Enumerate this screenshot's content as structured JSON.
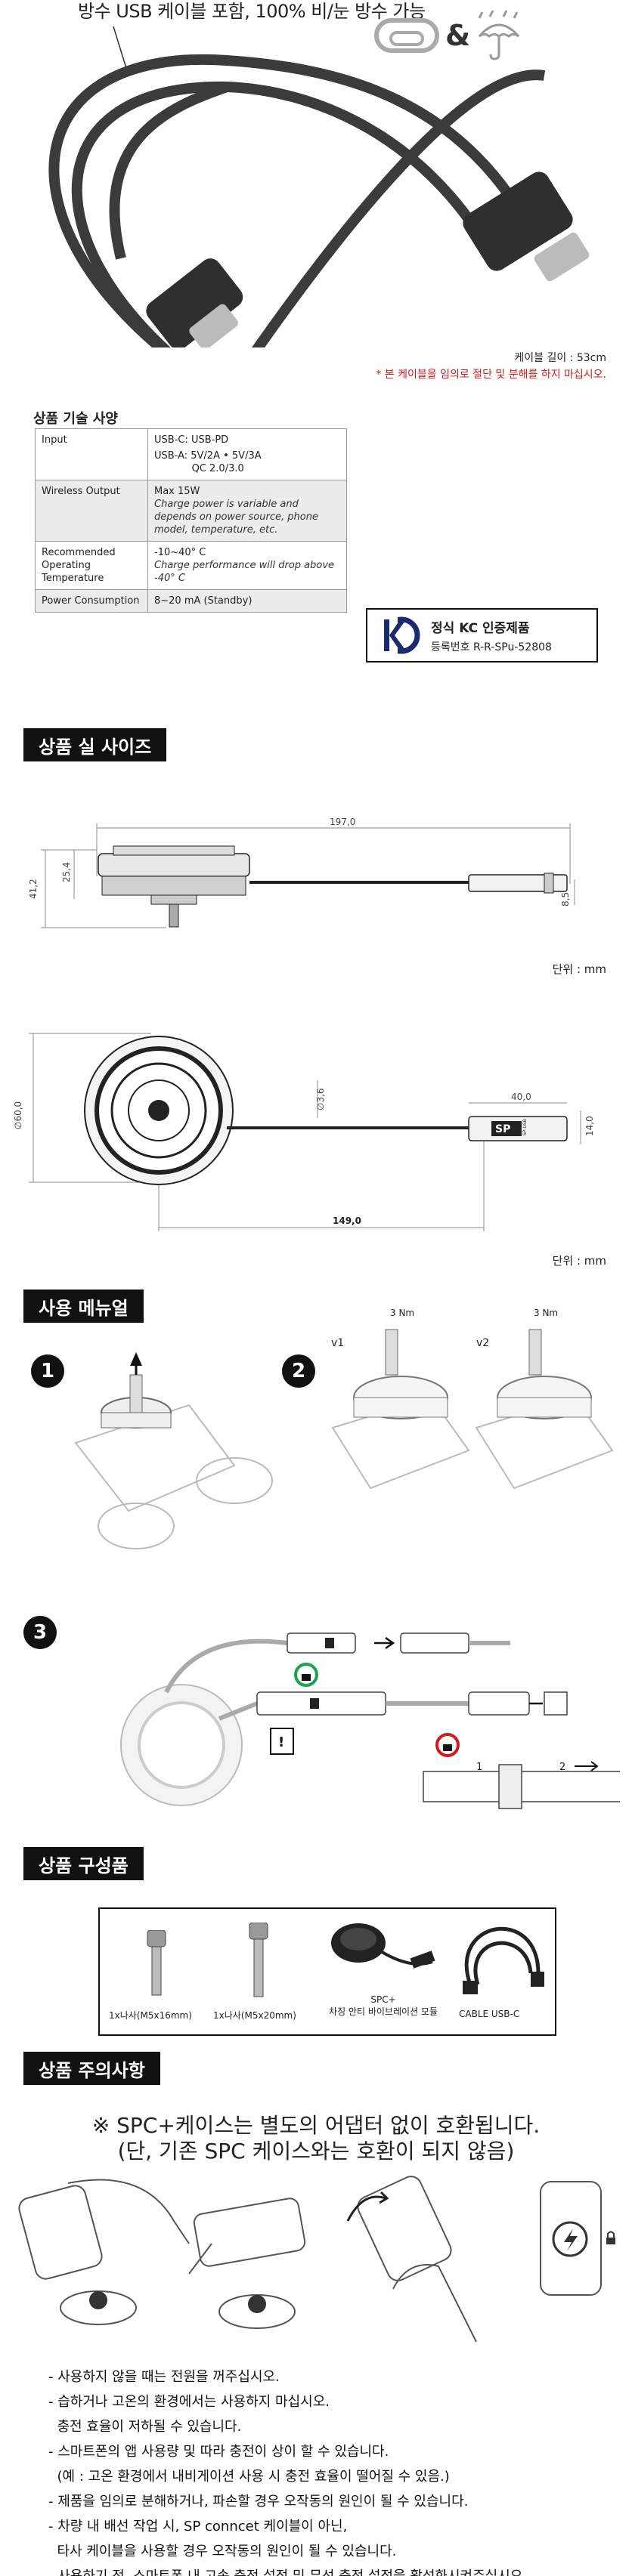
{
  "hero": {
    "waterproof_text": "방수 USB 케이블 포함, 100% 비/눈 방수 가능",
    "amp": "&"
  },
  "cable": {
    "length": "케이블 길이 : 53cm",
    "warning": "* 본 케이블을 임의로 절단 및 분해를 하지 마십시오."
  },
  "spec": {
    "title": "상품 기술 사양",
    "rows": [
      {
        "key": "Input",
        "lines": [
          "USB-C:  USB-PD",
          "USB-A:  5V/2A  •  5V/3A",
          "            QC 2.0/3.0"
        ],
        "note": ""
      },
      {
        "key": "Wireless Output",
        "lines": [
          "Max 15W"
        ],
        "note": "Charge power is variable and depends on power source, phone model, temperature, etc."
      },
      {
        "key": "Recommended Operating Temperature",
        "lines": [
          "-10~40° C"
        ],
        "note": "Charge performance will drop above -40° C"
      },
      {
        "key": "Power Consumption",
        "lines": [
          "8~20 mA (Standby)"
        ],
        "note": ""
      }
    ]
  },
  "kc": {
    "main": "정식 KC 인증제품",
    "sub": "등록번호 R-R-SPu-52808"
  },
  "size": {
    "header": "상품 실 사이즈",
    "side_dims": {
      "length": "197,0",
      "height_total": "41,2",
      "height_body": "25,4",
      "cable_dia": "8,5"
    },
    "top_dims": {
      "dia": "∅60,0",
      "cable": "∅3,6",
      "plug_len": "40,0",
      "plug_h": "14,0",
      "total": "149,0"
    },
    "brand": "SP",
    "unit": "단위 : mm"
  },
  "manual": {
    "header": "사용 메뉴얼",
    "steps": [
      "1",
      "2",
      "3"
    ],
    "torque": "3 Nm",
    "v1": "v1",
    "v2": "v2",
    "seq": [
      "1",
      "2"
    ]
  },
  "components": {
    "header": "상품 구성품",
    "items": [
      "1x나사(M5x16mm)",
      "1x나사(M5x20mm)",
      "SPC+\n차징 안티 바이브레이션 모듈",
      "CABLE USB-C"
    ]
  },
  "caution": {
    "header": "상품 주의사항",
    "compat1": "※ SPC+케이스는 별도의 어댑터 없이 호환됩니다.",
    "compat2": "(단, 기존 SPC 케이스와는 호환이 되지 않음)",
    "items": [
      "- 사용하지 않을 때는 전원을 꺼주십시오.",
      "- 습하거나 고온의 환경에서는 사용하지 마십시오.",
      "  충전 효율이 저하될 수 있습니다.",
      "- 스마트폰의 앱 사용량 및 따라 충전이 상이 할 수 있습니다.",
      "  (예 : 고온 환경에서 내비게이션 사용 시 충전 효율이 떨어질 수 있음.)",
      "- 제품을 임의로 분해하거나, 파손할 경우 오작동의 원인이 될 수 있습니다.",
      "- 차량 내 배선 작업 시, SP conncet 케이블이 아닌,",
      "  타사 케이블을 사용할 경우 오작동의 원인이 될 수 있습니다.",
      "- 사용하기 전, 스마트폰 내 고속 충전 설정 및 무선 충전 설정을 활성화시켜주십시오."
    ]
  },
  "colors": {
    "warning": "#d21c1c",
    "ok": "#1aa34a",
    "bad": "#d21c1c",
    "header_bg": "#111111"
  }
}
